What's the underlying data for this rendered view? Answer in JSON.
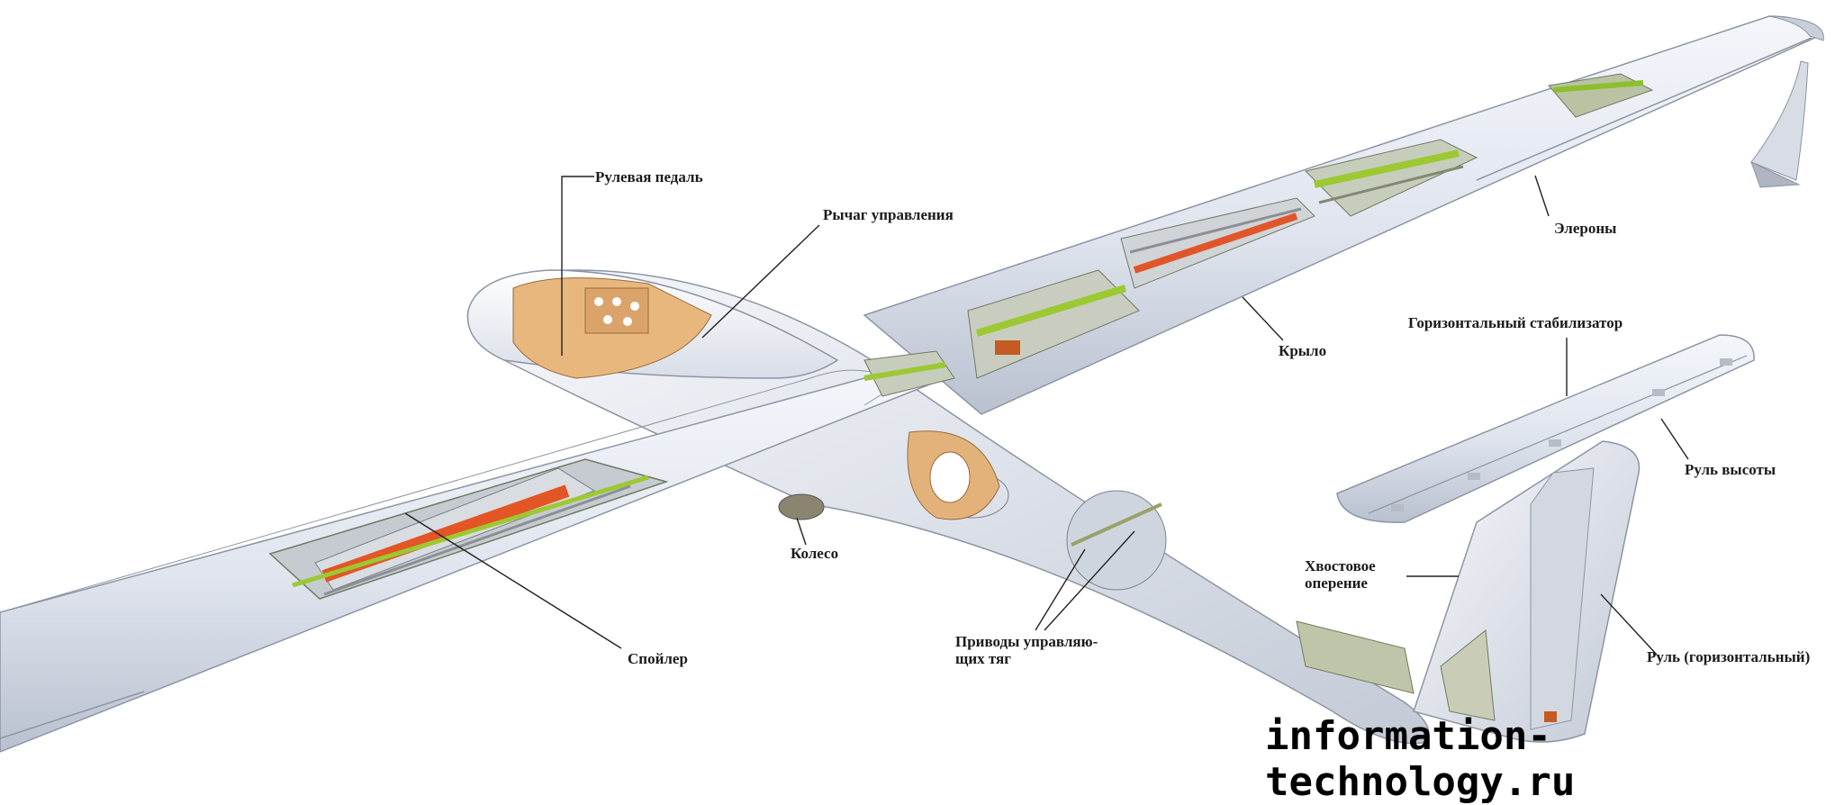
{
  "labels": {
    "pedal": "Рулевая педаль",
    "stick": "Рычаг управления",
    "ailerons": "Элероны",
    "stabilizer": "Горизонтальный стабилизатор",
    "wing": "Крыло",
    "elevator": "Руль высоты",
    "tail_line1": "Хвостовое",
    "tail_line2": "оперение",
    "wheel": "Колесо",
    "rudder": "Руль (горизонтальный)",
    "spoiler": "Спойлер",
    "actuators_line1": "Приводы управляю-",
    "actuators_line2": "щих тяг"
  },
  "watermark": "information-technology.ru"
}
